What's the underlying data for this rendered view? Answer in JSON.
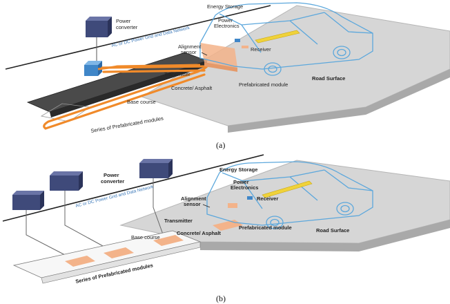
{
  "panel_a": {
    "caption": "(a)",
    "labels": {
      "power_converter_line1": "Power",
      "power_converter_line2": "converter",
      "grid_network": "AC or DC Power Grid and Data Network",
      "energy_storage": "Energy Storage",
      "power_electronics_line1": "Power",
      "power_electronics_line2": "Electronics",
      "receiver": "Receiver",
      "alignment_line1": "Alignment",
      "alignment_line2": "sensor",
      "transmitter": "Transmitter",
      "concrete_asphalt": "Concrete/ Asphalt",
      "prefabricated_module": "Prefabricated module",
      "road_surface": "Road Surface",
      "base_course": "Base course",
      "series": "Series of Prefabricated modules"
    }
  },
  "panel_b": {
    "caption": "(b)",
    "labels": {
      "power_converter_line1": "Power",
      "power_converter_line2": "converter",
      "grid_network": "AC or DC Power Grid and Data Network",
      "energy_storage": "Energy Storage",
      "power_electronics_line1": "Power",
      "power_electronics_line2": "Electronics",
      "receiver": "Receiver",
      "alignment_line1": "Alignment",
      "alignment_line2": "sensor",
      "transmitter": "Transmitter",
      "concrete_asphalt": "Concrete/ Asphalt",
      "prefabricated_module": "Prefabricated module",
      "road_surface": "Road Surface",
      "base_course": "Base course",
      "series": "Series of Prefabricated modules"
    }
  },
  "colors": {
    "car_outline": "#5ba7dc",
    "converter_box": "#3f4a7a",
    "coil_orange": "#f08a2a",
    "module_fill": "#f3b38a",
    "energy_storage": "#f0d23a",
    "road_gray": "#c9c9c9",
    "grid_line": "#3b78b8"
  }
}
